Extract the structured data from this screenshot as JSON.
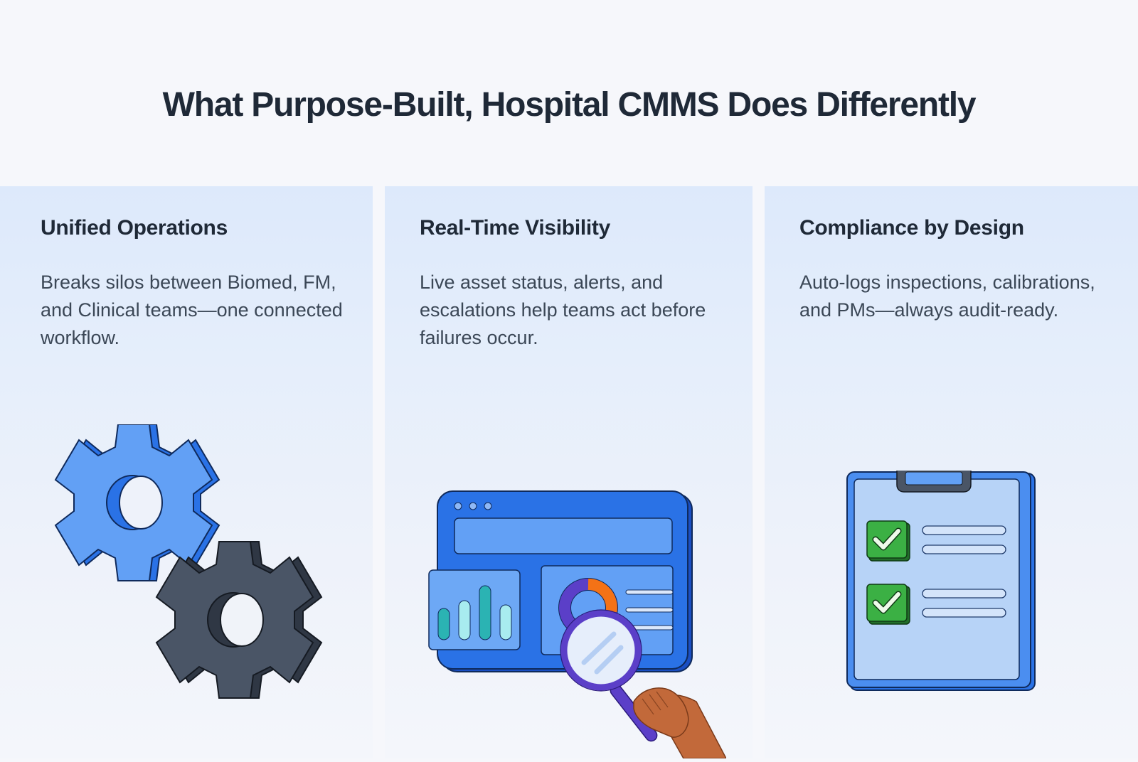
{
  "header": {
    "title": "What Purpose-Built, Hospital CMMS Does Differently"
  },
  "panels": [
    {
      "title": "Unified Operations",
      "body": "Breaks silos between Biomed, FM, and Clinical teams—one connected workflow.",
      "icon": "gears-icon"
    },
    {
      "title": "Real-Time Visibility",
      "body": "Live asset status, alerts, and escalations help teams act before failures occur.",
      "icon": "dashboard-magnifier-icon"
    },
    {
      "title": "Compliance by Design",
      "body": "Auto-logs inspections, calibrations, and PMs—always audit-ready.",
      "icon": "clipboard-checklist-icon"
    }
  ],
  "colors": {
    "background": "#f6f7fb",
    "panel_top": "#dde9fb",
    "title_text": "#1f2937",
    "body_text": "#3b4756",
    "gear_blue": "#62a0f5",
    "gear_blue_side": "#2a72e6",
    "gear_dark": "#4a5566",
    "gear_dark_side": "#2f3744",
    "dashboard_blue": "#2a72e6",
    "dashboard_light": "#62a0f5",
    "accent_orange": "#f47216",
    "accent_purple": "#5b3fc8",
    "bar_teal": "#2bb3b3",
    "bar_light": "#a8ecef",
    "check_green": "#3bb044",
    "clipboard_light": "#b7d3f7"
  }
}
